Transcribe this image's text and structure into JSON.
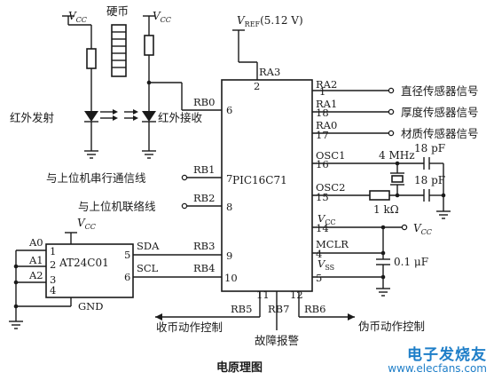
{
  "caption": "电原理图",
  "left_circuit": {
    "vcc_left": "V",
    "vcc_sub": "CC",
    "coin_label": "硬币",
    "ir_tx_label": "红外发射",
    "ir_rx_label": "红外接收"
  },
  "chip": {
    "name": "PIC16C71",
    "vref_v": "V",
    "vref_sub": "REF",
    "vref_value": "(5.12 V)",
    "pins": {
      "p1": "1",
      "p2": "2",
      "p4": "4",
      "p5": "5",
      "p6": "6",
      "p7": "7",
      "p8": "8",
      "p9": "9",
      "p10": "10",
      "p11": "11",
      "p12": "12",
      "p14": "14",
      "p15": "15",
      "p16": "16",
      "p17": "17",
      "p18": "18"
    },
    "signals": {
      "ra3": "RA3",
      "ra2": "RA2",
      "ra1": "RA1",
      "ra0": "RA0",
      "rb0": "RB0",
      "rb1": "RB1",
      "rb2": "RB2",
      "rb3": "RB3",
      "rb4": "RB4",
      "rb5": "RB5",
      "rb6": "RB6",
      "rb7": "RB7",
      "osc1": "OSC1",
      "osc2": "OSC2",
      "vcc_v": "V",
      "vcc_sub": "CC",
      "mclr": "MCLR",
      "vss_v": "V",
      "vss_sub": "SS"
    }
  },
  "sensors": {
    "diameter": "直径传感器信号",
    "thickness": "厚度传感器信号",
    "material": "材质传感器信号"
  },
  "host": {
    "serial": "与上位机串行通信线",
    "link": "与上位机联络线"
  },
  "eeprom": {
    "name": "AT24C01",
    "a0": "A0",
    "a1": "A1",
    "a2": "A2",
    "gnd": "GND",
    "sda": "SDA",
    "scl": "SCL",
    "p1": "1",
    "p2": "2",
    "p3": "3",
    "p4": "4",
    "p5": "5",
    "p6": "6",
    "vcc_v": "V",
    "vcc_sub": "CC"
  },
  "oscillator": {
    "crystal": "4 MHz",
    "cap_top": "18 pF",
    "cap_bottom": "18 pF",
    "resistor": "1 kΩ"
  },
  "reset": {
    "cap": "0.1 μF",
    "vcc_v": "V",
    "vcc_sub": "CC"
  },
  "outputs": {
    "coin_ctrl": "收币动作控制",
    "fault_alarm": "故障报警",
    "fake_ctrl": "伪币动作控制"
  },
  "watermark": {
    "line1": "电子发烧友",
    "line2": "www.elecfans.com"
  }
}
